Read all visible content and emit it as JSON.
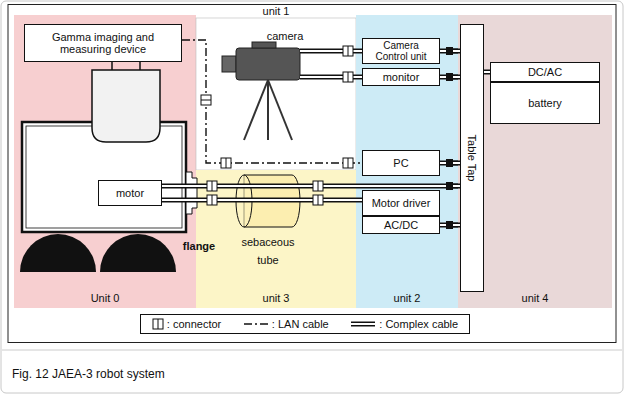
{
  "diagram": {
    "caption": "Fig. 12 JAEA-3 robot system",
    "nodes": [
      {
        "text": [
          "Unit 0"
        ]
      },
      {
        "text": [
          "Gamma imaging and measuring device"
        ],
        "in": 0
      },
      {
        "text": [
          "motor"
        ],
        "in": 0
      },
      {
        "text": [
          "unit 1"
        ]
      },
      {
        "text": [
          "unit 3"
        ]
      },
      {
        "text": [
          "unit 2"
        ]
      },
      {
        "text": [
          "Camera Control unit"
        ],
        "in": 5
      },
      {
        "text": [
          "monitor"
        ],
        "in": 5
      },
      {
        "text": [
          "PC"
        ],
        "in": 5
      },
      {
        "text": [
          "Motor driver"
        ],
        "in": 5
      },
      {
        "text": [
          "AC/DC"
        ],
        "in": 5
      },
      {
        "text": [
          "unit 4"
        ]
      },
      {
        "text": [
          "Table Tap"
        ],
        "in": 11
      },
      {
        "text": [
          "DC/AC"
        ],
        "in": 11
      },
      {
        "text": [
          "battery"
        ],
        "in": 11
      }
    ],
    "edges": [
      {
        "from": 1,
        "to": 8,
        "arrow": "none"
      },
      {
        "from": 2,
        "to": 12,
        "arrow": "none"
      },
      {
        "from": 2,
        "to": 9,
        "arrow": "none"
      },
      {
        "from": 6,
        "to": 12,
        "arrow": "none"
      },
      {
        "from": 7,
        "to": 12,
        "arrow": "none"
      },
      {
        "from": 8,
        "to": 12,
        "arrow": "none"
      },
      {
        "from": 10,
        "to": 12,
        "arrow": "none"
      },
      {
        "from": 12,
        "to": 13,
        "arrow": "none"
      }
    ],
    "labels": [
      "camera",
      "flange",
      "sebaceous tube"
    ],
    "legend": [
      {
        "text": ": connector"
      },
      {
        "text": ": LAN cable"
      },
      {
        "text": ": Complex cable"
      }
    ]
  }
}
